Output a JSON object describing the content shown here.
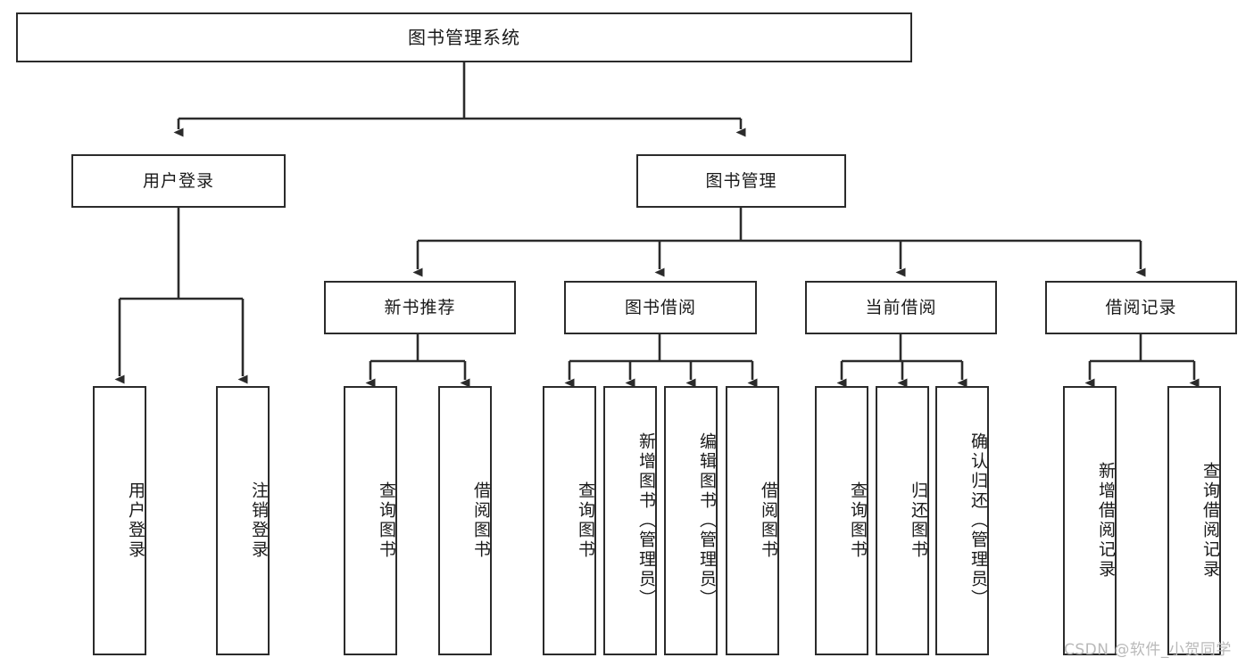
{
  "diagram": {
    "title": "图书管理系统",
    "type": "tree-hierarchy",
    "levels": {
      "root": {
        "label": "图书管理系统"
      },
      "level2": [
        {
          "label": "用户登录"
        },
        {
          "label": "图书管理"
        }
      ],
      "level3": [
        {
          "label": "新书推荐"
        },
        {
          "label": "图书借阅"
        },
        {
          "label": "当前借阅"
        },
        {
          "label": "借阅记录"
        }
      ],
      "leaves_user_login": [
        {
          "label": "用户登录"
        },
        {
          "label": "注销登录"
        }
      ],
      "leaves_new_book": [
        {
          "label": "查询图书"
        },
        {
          "label": "借阅图书"
        }
      ],
      "leaves_borrow": [
        {
          "label": "查询图书"
        },
        {
          "label": "新增图书（管理员）"
        },
        {
          "label": "编辑图书（管理员）"
        },
        {
          "label": "借阅图书"
        }
      ],
      "leaves_current": [
        {
          "label": "查询图书"
        },
        {
          "label": "归还图书"
        },
        {
          "label": "确认归还（管理员）"
        }
      ],
      "leaves_records": [
        {
          "label": "新增借阅记录"
        },
        {
          "label": "查询借阅记录"
        }
      ]
    }
  },
  "watermark": {
    "text": "CSDN @软件_小贺同学"
  },
  "colors": {
    "stroke": "#2b2b2b",
    "box_fill": "#ffffff",
    "text": "#1a1a1a",
    "watermark": "#b9b9b9",
    "background": "#ffffff"
  }
}
